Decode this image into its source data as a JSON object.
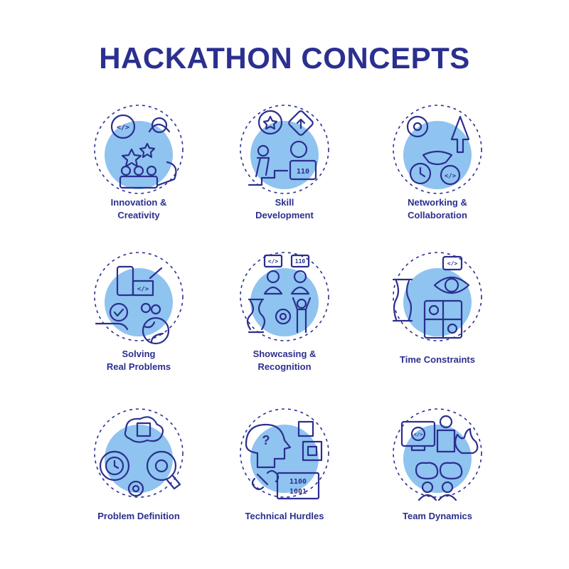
{
  "title": "HACKATHON CONCEPTS",
  "colors": {
    "ink": "#2b2f8f",
    "blob": "#8fc3f0",
    "yellow": "#f3dc4a",
    "purple": "#c8a3f2",
    "orange": "#f07a3a"
  },
  "concepts": [
    {
      "label": "Innovation &\nCreativity",
      "icon": "innovation-creativity-icon"
    },
    {
      "label": "Skill\nDevelopment",
      "icon": "skill-development-icon"
    },
    {
      "label": "Networking &\nCollaboration",
      "icon": "networking-collaboration-icon"
    },
    {
      "label": "Solving\nReal Problems",
      "icon": "solving-real-problems-icon"
    },
    {
      "label": "Showcasing &\nRecognition",
      "icon": "showcasing-recognition-icon"
    },
    {
      "label": "Time Constraints",
      "icon": "time-constraints-icon"
    },
    {
      "label": "Problem Definition",
      "icon": "problem-definition-icon"
    },
    {
      "label": "Technical Hurdles",
      "icon": "technical-hurdles-icon"
    },
    {
      "label": "Team Dynamics",
      "icon": "team-dynamics-icon"
    }
  ],
  "icon_text": {
    "code_tag": "</>",
    "binary_short": "110",
    "binary_a": "1100",
    "binary_b": "1001",
    "question": "?"
  }
}
